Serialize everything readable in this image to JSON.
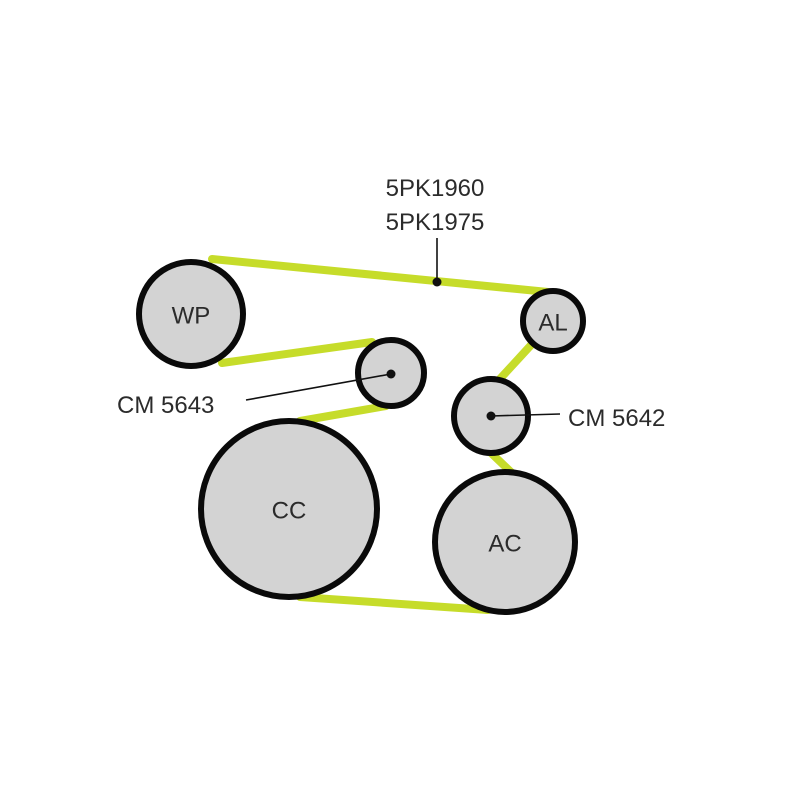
{
  "belt": {
    "part_numbers": [
      "5PK1960",
      "5PK1975"
    ],
    "color": "#c6dc2a"
  },
  "pulleys": {
    "wp": "WP",
    "al": "AL",
    "cc": "CC",
    "ac": "AC"
  },
  "callouts": {
    "cm5643": "CM 5643",
    "cm5642": "CM 5642"
  }
}
